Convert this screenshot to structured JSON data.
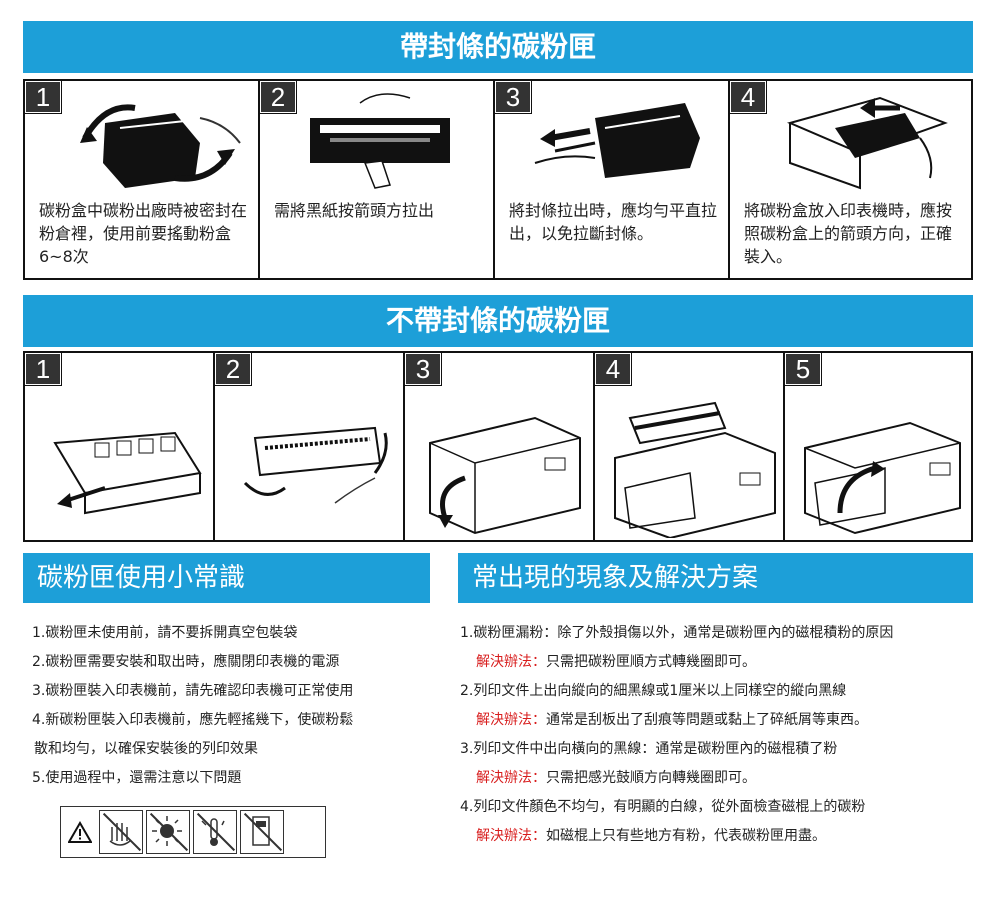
{
  "sealed": {
    "title": "帶封條的碳粉匣",
    "steps": [
      {
        "num": "1",
        "text": "碳粉盒中碳粉出廠時被密封在粉倉裡，使用前要搖動粉盒6~8次"
      },
      {
        "num": "2",
        "text": "需將黑紙按箭頭方拉出"
      },
      {
        "num": "3",
        "text": "將封條拉出時，應均勻平直拉出，以免拉斷封條。"
      },
      {
        "num": "4",
        "text": "將碳粉盒放入印表機時，應按照碳粉盒上的箭頭方向，正確裝入。"
      }
    ]
  },
  "unsealed": {
    "title": "不帶封條的碳粉匣",
    "steps": [
      {
        "num": "1"
      },
      {
        "num": "2"
      },
      {
        "num": "3"
      },
      {
        "num": "4"
      },
      {
        "num": "5"
      }
    ]
  },
  "tips": {
    "title": "碳粉匣使用小常識",
    "items": [
      "1.碳粉匣未使用前，請不要拆開真空包裝袋",
      "2.碳粉匣需要安裝和取出時，應關閉印表機的電源",
      "3.碳粉匣裝入印表機前，請先確認印表機可正常使用",
      "4.新碳粉匣裝入印表機前，應先輕搖幾下，使碳粉鬆",
      "散和均勻，以確保安裝後的列印效果",
      "5.使用過程中，還需注意以下問題"
    ],
    "icons": [
      "warning-icon",
      "no-touch-icon",
      "no-sunlight-icon",
      "no-heat-icon",
      "no-stand-upright-icon"
    ]
  },
  "problems": {
    "title": "常出現的現象及解決方案",
    "solution_label": "解決辦法：",
    "items": [
      {
        "problem": "1.碳粉匣漏粉：除了外殼損傷以外，通常是碳粉匣內的磁棍積粉的原因",
        "solution": "只需把碳粉匣順方式轉幾圈即可。"
      },
      {
        "problem": "2.列印文件上出向縱向的細黑線或1厘米以上同樣空的縱向黑線",
        "solution": "通常是刮板出了刮痕等問題或黏上了碎紙屑等東西。"
      },
      {
        "problem": "3.列印文件中出向橫向的黑線：通常是碳粉匣內的磁棍積了粉",
        "solution": "只需把感光鼓順方向轉幾圈即可。"
      },
      {
        "problem": "4.列印文件顏色不均勻，有明顯的白線，從外面檢查磁棍上的碳粉",
        "solution": "如磁棍上只有些地方有粉，代表碳粉匣用盡。"
      }
    ]
  },
  "colors": {
    "accent": "#1d9fd8",
    "solution": "#d81e1e"
  }
}
